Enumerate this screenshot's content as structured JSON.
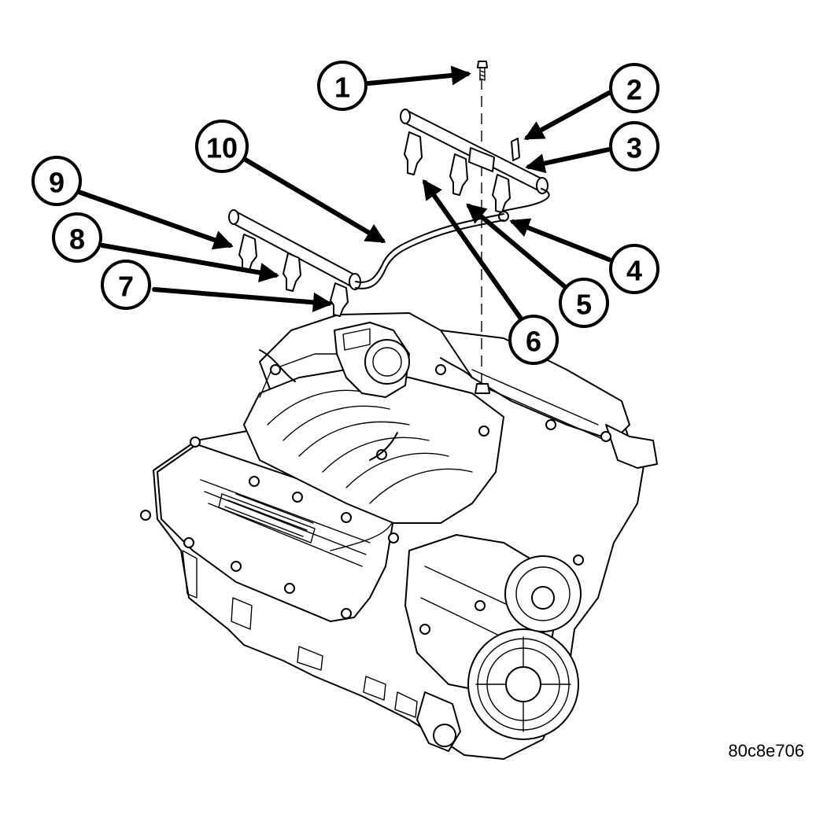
{
  "figure_id": "80c8e706",
  "callouts": [
    "1",
    "2",
    "3",
    "4",
    "5",
    "6",
    "7",
    "8",
    "9",
    "10"
  ]
}
